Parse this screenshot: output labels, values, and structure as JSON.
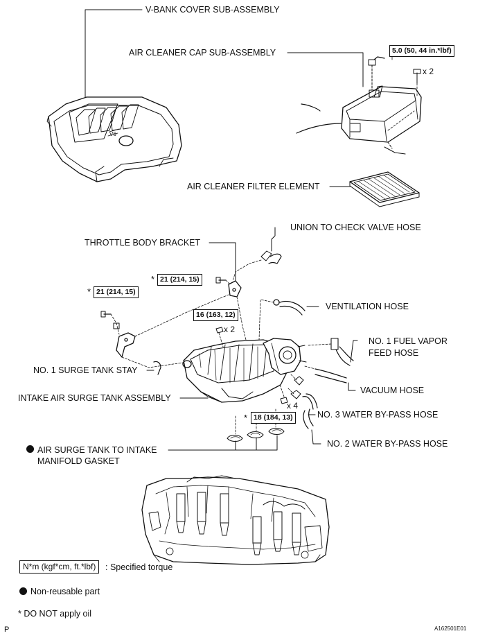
{
  "labels": {
    "v_bank_cover": "V-BANK COVER SUB-ASSEMBLY",
    "air_cleaner_cap": "AIR CLEANER CAP SUB-ASSEMBLY",
    "air_cleaner_filter": "AIR CLEANER FILTER ELEMENT",
    "union_hose": "UNION TO CHECK VALVE HOSE",
    "throttle_bracket": "THROTTLE BODY BRACKET",
    "ventilation_hose": "VENTILATION HOSE",
    "fuel_vapor_line1": "NO. 1 FUEL VAPOR",
    "fuel_vapor_line2": "FEED HOSE",
    "surge_stay": "NO. 1 SURGE TANK STAY",
    "vacuum_hose": "VACUUM HOSE",
    "surge_tank_assy": "INTAKE AIR SURGE TANK ASSEMBLY",
    "water_bypass_3": "NO. 3 WATER BY-PASS HOSE",
    "water_bypass_2": "NO. 2 WATER BY-PASS HOSE",
    "gasket_line1": "AIR SURGE TANK TO INTAKE",
    "gasket_line2": "MANIFOLD GASKET",
    "v6_mark": "V6"
  },
  "torques": {
    "cap": "5.0 (50, 44 in.*lbf)",
    "bracket": "21 (214, 15)",
    "stay": "21 (214, 15)",
    "tank_nut": "16 (163, 12)",
    "tank_bolt": "18 (184, 13)"
  },
  "multipliers": {
    "cap": "x 2",
    "tank_nut": "x 2",
    "tank_bolt": "x 4"
  },
  "star": "*",
  "legend": {
    "torque_box": "N*m (kgf*cm, ft.*lbf)",
    "torque_text": ": Specified torque",
    "nonreusable": "Non-reusable part",
    "no_oil": "* DO NOT apply oil"
  },
  "footer": {
    "left": "P",
    "right": "A162501E01"
  }
}
